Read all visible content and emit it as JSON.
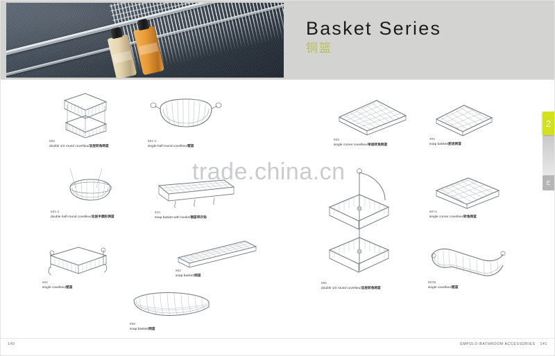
{
  "page": {
    "title": "Basket Series",
    "subtitle": "铜篮",
    "watermark": "trade.china.cn",
    "accent_color": "#b8bf5a",
    "tab_color": "#d3e01e",
    "header_band_color": "#d3d3d2"
  },
  "hero": {
    "alt": "bathroom-shelf-photo",
    "description": "Chrome wire basket shelf on dark slate wall with toiletry bottles"
  },
  "side_tabs": {
    "index_number": "2",
    "small_label": "E"
  },
  "products": [
    {
      "code": "600",
      "desc_en": "double 1/4 round covellieu/",
      "desc_cn": "双层转角网篮",
      "art": "double-tier-corner-basket"
    },
    {
      "code": "601-1",
      "desc_en": "single half-round covellieu/",
      "desc_cn": "壁篮",
      "art": "single-half-round-basket"
    },
    {
      "code": "603",
      "desc_en": "single corner covellieu/",
      "desc_cn": "单层转角网篮",
      "art": "single-corner-basket"
    },
    {
      "code": "404",
      "desc_en": "soap basket/",
      "desc_cn": "肥皂网篮",
      "art": "soap-basket-corner"
    },
    {
      "code": "601-2",
      "desc_en": "double half-round covellieu/",
      "desc_cn": "双层半圆形网篮",
      "art": "double-half-round-basket"
    },
    {
      "code": "610",
      "desc_en": "soap basket with hooks/",
      "desc_cn": "钢篮带衣钩",
      "art": "soap-basket-with-hooks"
    },
    {
      "code": "607A",
      "desc_en": "single corner covellieu/",
      "desc_cn": "转角网篮",
      "art": "single-corner-wire-basket"
    },
    {
      "code": "604",
      "desc_en": "single covellieu/",
      "desc_cn": "壁篮",
      "art": "single-shallow-basket"
    },
    {
      "code": "602",
      "desc_en": "soap basket/",
      "desc_cn": "网篮",
      "art": "long-soap-basket"
    },
    {
      "code": "605",
      "desc_en": "double 1/4 round covellieu/",
      "desc_cn": "双层转角网篮",
      "art": "tall-double-corner-basket"
    },
    {
      "code": "607B",
      "desc_en": "single covellieu/",
      "desc_cn": "壁篮",
      "art": "l-shaped-corner-basket"
    },
    {
      "code": "609",
      "desc_en": "soap basket/",
      "desc_cn": "网篮",
      "art": "oval-soap-basket"
    }
  ],
  "footer": {
    "page_left": "140",
    "brand": "EMPOLO-BATHROOM ACCESSORIES",
    "page_right": "141"
  }
}
